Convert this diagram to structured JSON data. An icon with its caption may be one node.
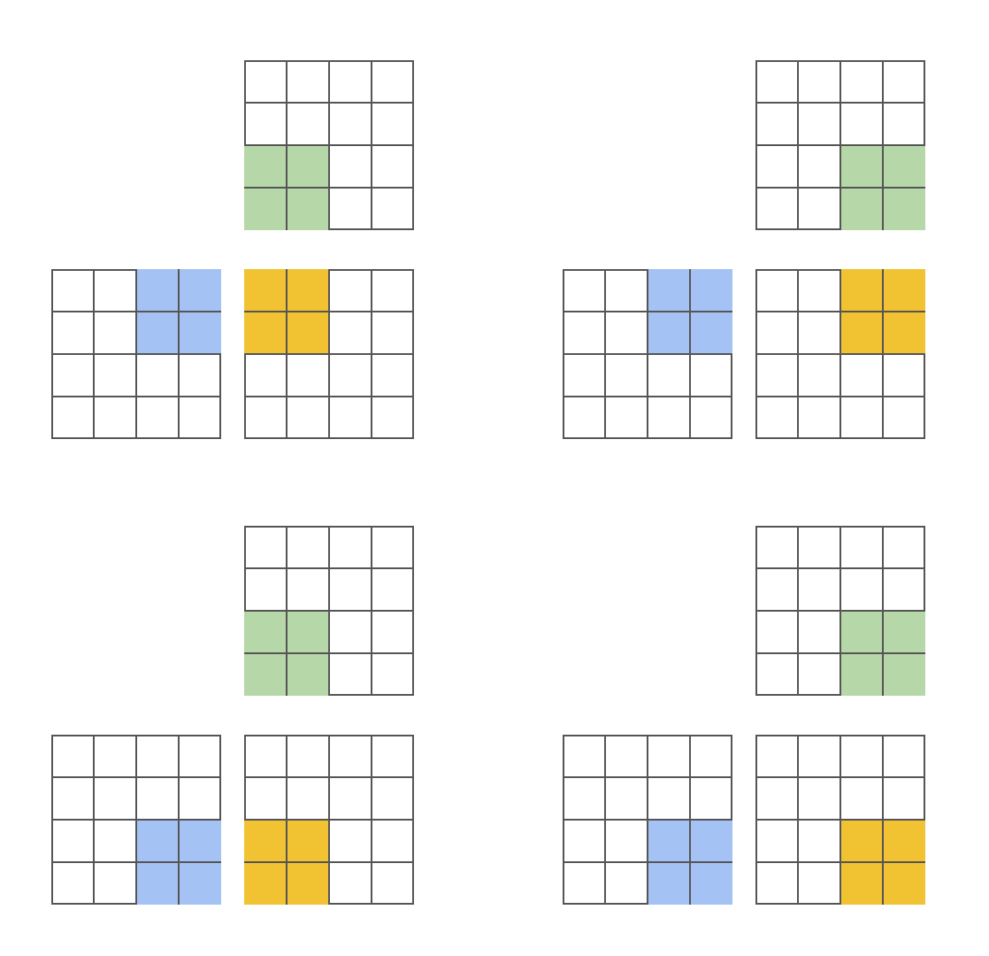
{
  "diagram": {
    "nodes": [
      {
        "text": [],
        "shape": "grid"
      },
      {
        "text": [],
        "shape": "grid"
      },
      {
        "text": [],
        "shape": "grid"
      },
      {
        "text": [],
        "shape": "grid"
      },
      {
        "text": [],
        "shape": "grid"
      },
      {
        "text": [],
        "shape": "grid"
      },
      {
        "text": [],
        "shape": "grid"
      },
      {
        "text": [],
        "shape": "grid"
      },
      {
        "text": [],
        "shape": "grid"
      },
      {
        "text": [],
        "shape": "grid"
      },
      {
        "text": [],
        "shape": "grid"
      },
      {
        "text": [],
        "shape": "grid"
      },
      {
        "text": [],
        "shape": "box",
        "in": 0
      },
      {
        "text": [],
        "shape": "box",
        "in": 1
      },
      {
        "text": [],
        "shape": "box",
        "in": 2
      },
      {
        "text": [],
        "shape": "box",
        "in": 3
      },
      {
        "text": [],
        "shape": "box",
        "in": 4
      },
      {
        "text": [],
        "shape": "box",
        "in": 5
      },
      {
        "text": [],
        "shape": "box",
        "in": 6
      },
      {
        "text": [],
        "shape": "box",
        "in": 7
      },
      {
        "text": [],
        "shape": "box",
        "in": 8
      },
      {
        "text": [],
        "shape": "box",
        "in": 9
      },
      {
        "text": [],
        "shape": "box",
        "in": 10
      },
      {
        "text": [],
        "shape": "box",
        "in": 11
      }
    ]
  }
}
